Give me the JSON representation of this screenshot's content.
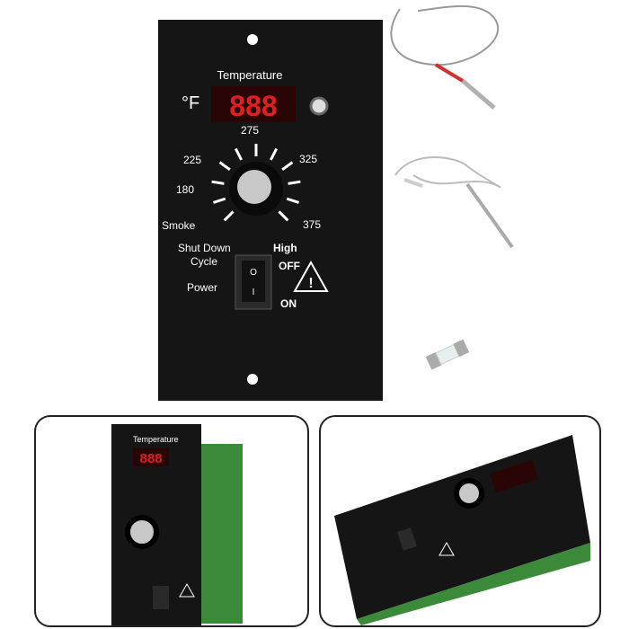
{
  "panel": {
    "title": "Temperature",
    "unit": "°F",
    "display": "888",
    "dial_labels": [
      "Smoke",
      "180",
      "225",
      "275",
      "325",
      "375",
      "High"
    ],
    "shutdown_label": "Shut Down Cycle",
    "switch_off": "OFF",
    "switch_on": "ON",
    "power_label": "Power",
    "switch_top_glyph": "O",
    "switch_bottom_glyph": "I"
  },
  "accessories": [
    "temperature-probe",
    "rtd-sensor-probe",
    "glass-fuse"
  ],
  "colors": {
    "panel": "#151515",
    "display": "#d01818",
    "text": "#ffffff",
    "probe_tip": "#d23030"
  }
}
